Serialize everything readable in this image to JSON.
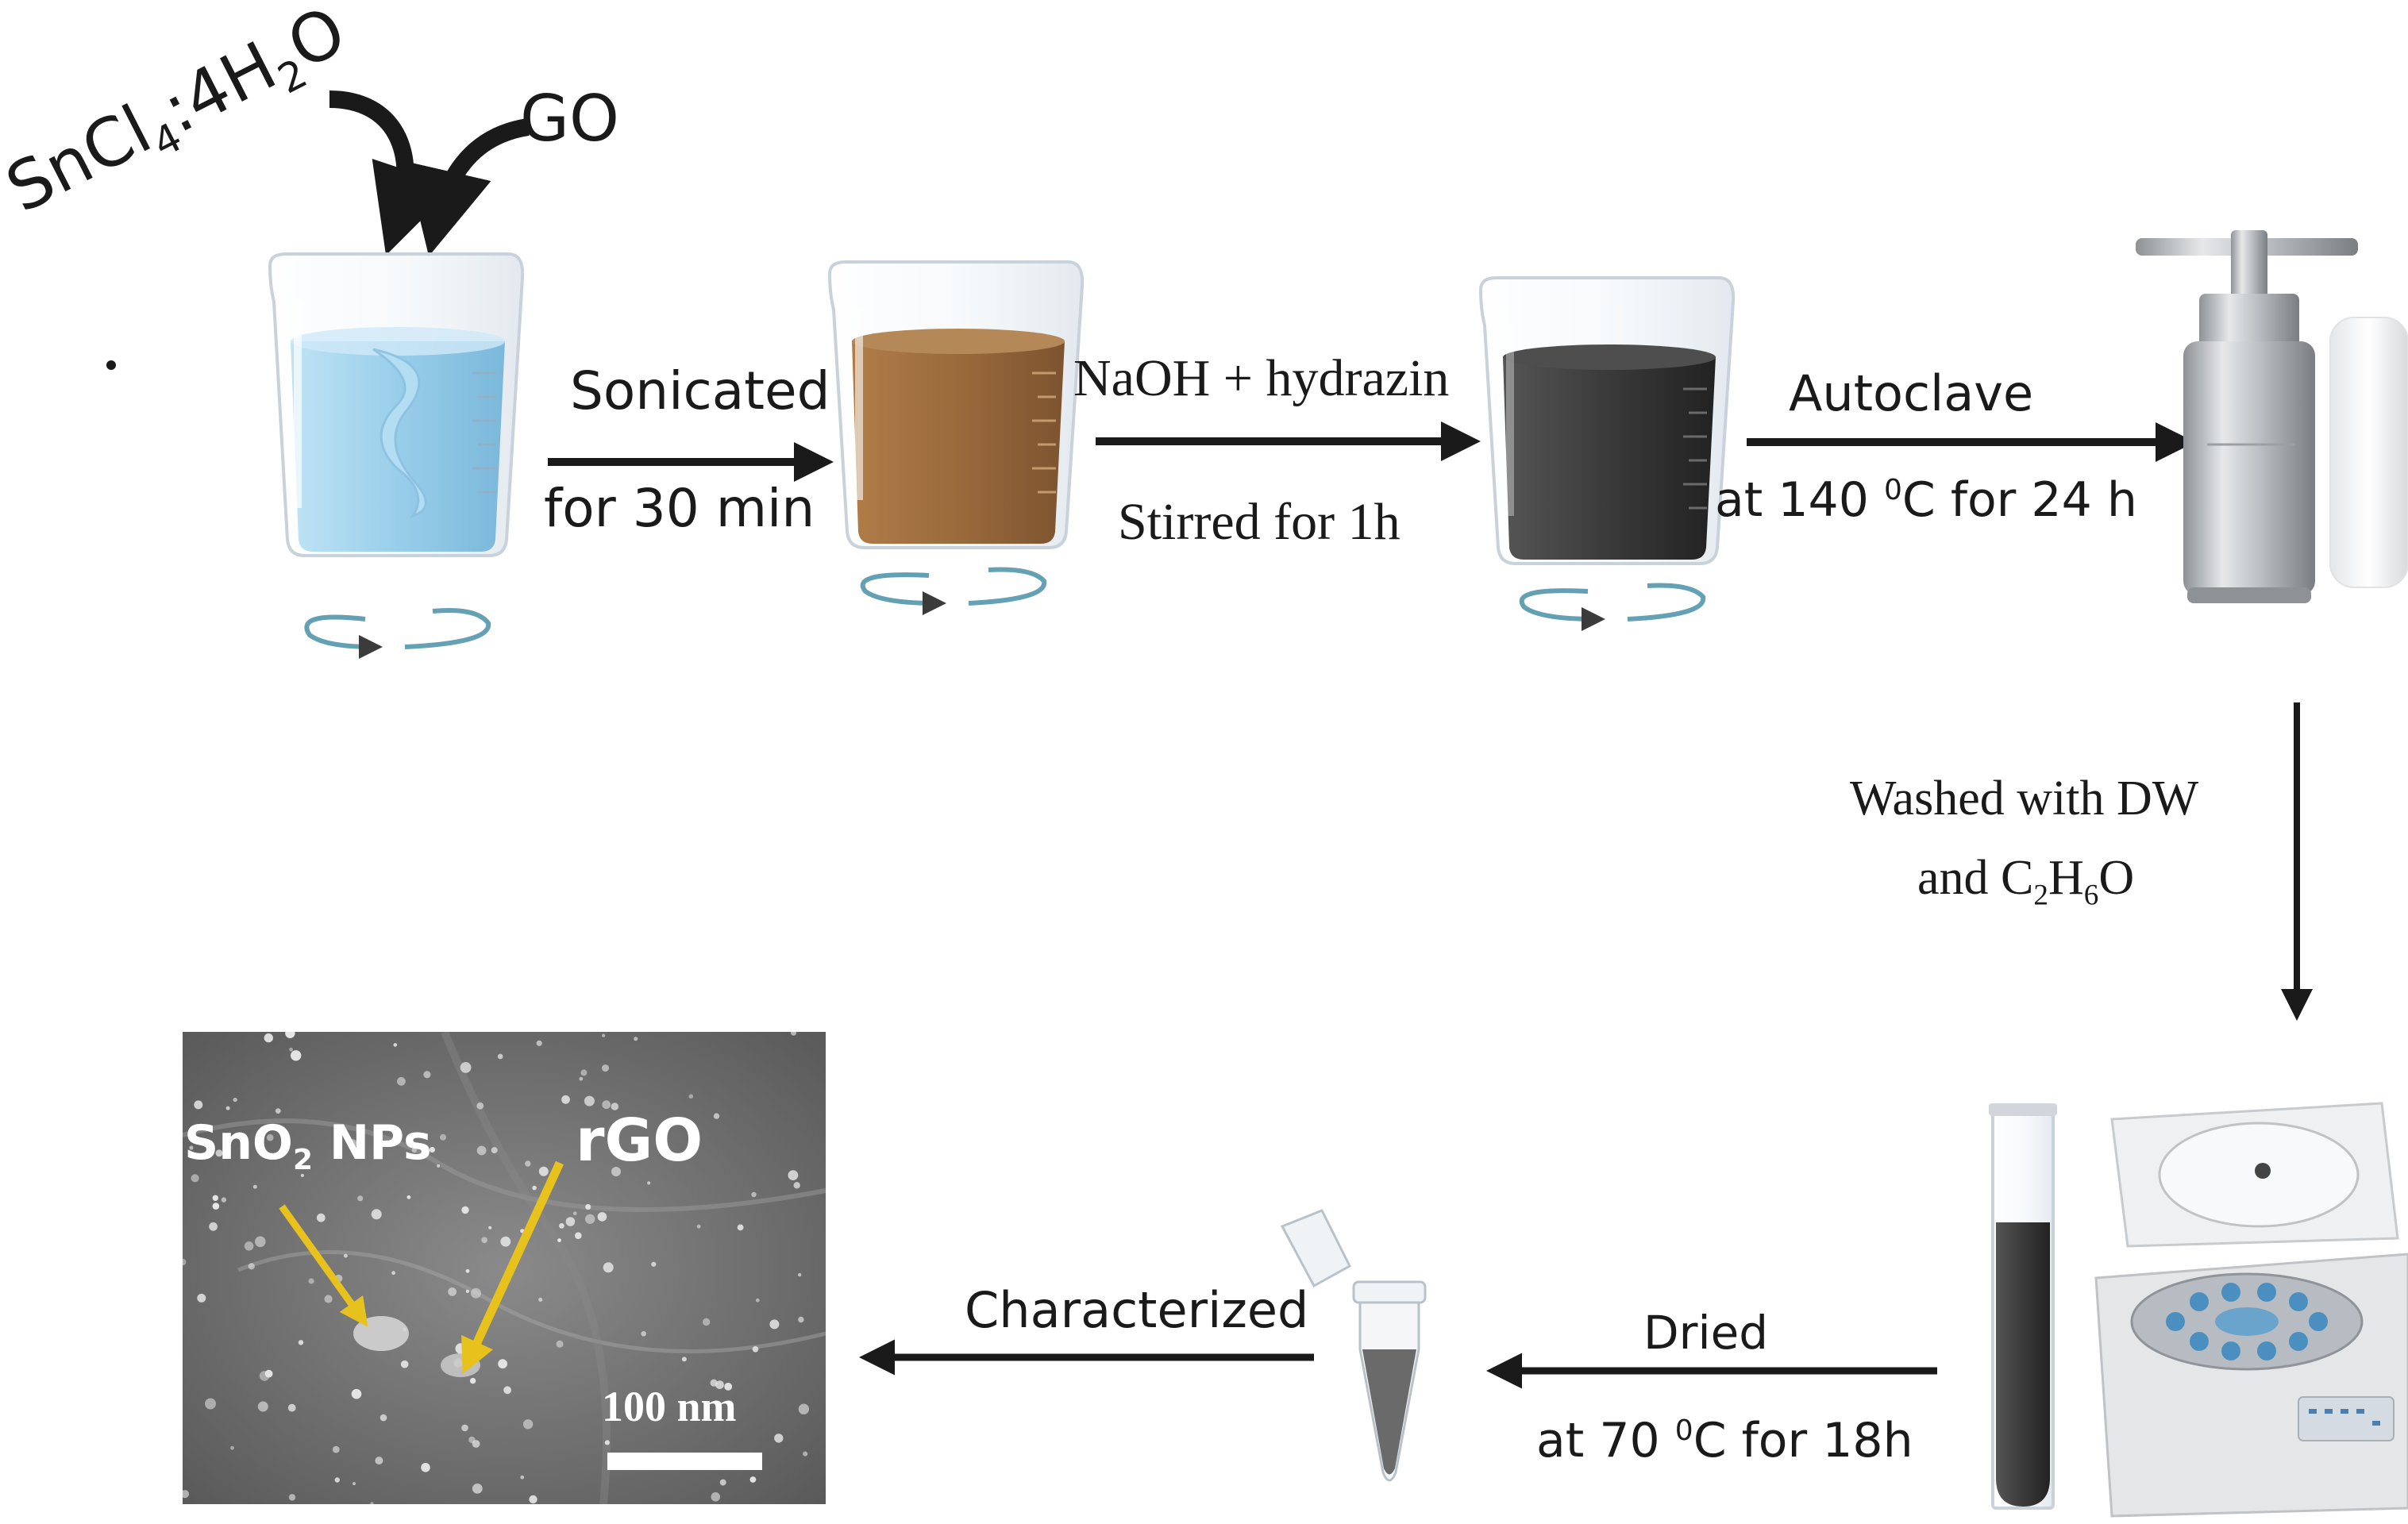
{
  "reagents": {
    "tin_salt": {
      "main": "SnCl",
      "sub1": "4",
      "mid": ":4H",
      "sub2": "2",
      "tail": "O"
    },
    "graphene_oxide": "GO"
  },
  "steps": {
    "sonication": {
      "line1": "Sonicated",
      "line2": "for 30 min"
    },
    "reduction": {
      "line1": "NaOH +  hydrazin",
      "line2": "Stirred  for 1h"
    },
    "autoclave": {
      "line1": "Autoclave",
      "line2_pre": "at 140 ",
      "line2_sup": "0",
      "line2_post": "C for 24 h"
    },
    "washing": {
      "line1": "Washed with DW",
      "line2_pre": "and C",
      "sub1": "2",
      "mid": "H",
      "sub2": "6",
      "tail": "O"
    },
    "drying": {
      "line1": "Dried",
      "line2_pre": "at 70 ",
      "line2_sup": "0",
      "line2_post": "C for 18h"
    },
    "characterization": "Characterized"
  },
  "sem_image": {
    "label_np_main": "SnO",
    "label_np_sub": "2",
    "label_np_tail": " NPs",
    "label_rgo": "rGO",
    "scale_bar": "100 nm"
  },
  "colors": {
    "arrow": "#1a1a1a",
    "gp_solution": "#8ec9e8",
    "brown_solution": "#9a6a3c",
    "dark_solution": "#3a3a3a",
    "stir_arrows": "#4a90a8",
    "sem_arrow": "#e8c21c"
  }
}
